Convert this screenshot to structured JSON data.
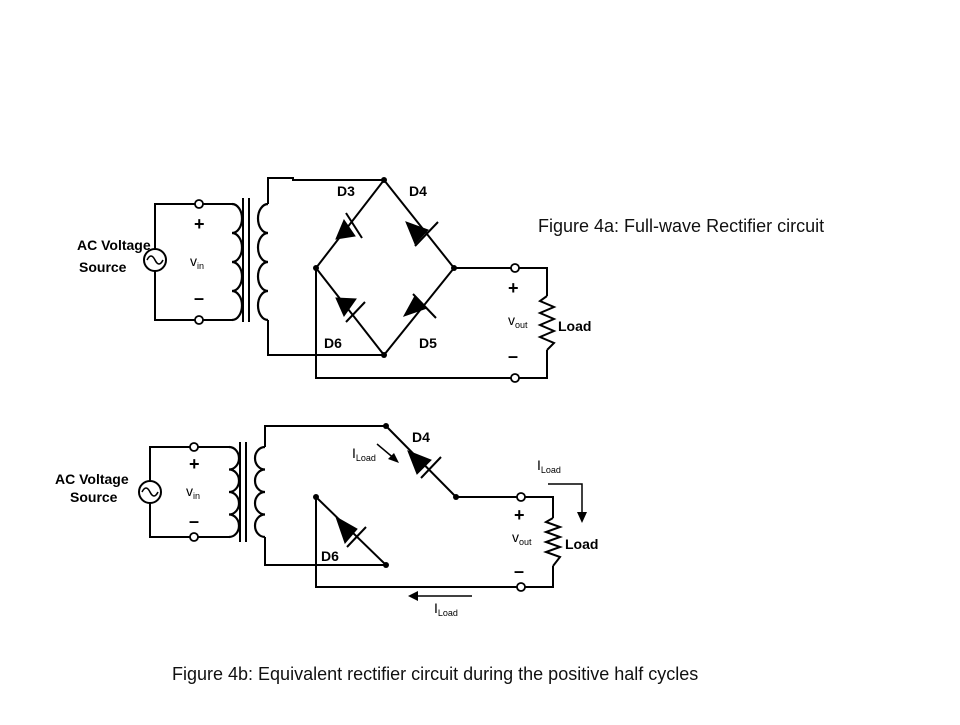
{
  "figures": {
    "a": {
      "caption": "Figure 4a: Full-wave Rectifier circuit",
      "source_label_line1": "AC Voltage",
      "source_label_line2": "Source",
      "plus": "+",
      "minus": "–",
      "vin": "v",
      "vin_sub": "in",
      "vout": "v",
      "vout_sub": "out",
      "load": "Load",
      "diodes": [
        "D3",
        "D4",
        "D6",
        "D5"
      ]
    },
    "b": {
      "caption": "Figure 4b: Equivalent rectifier circuit during the positive half cycles",
      "source_label_line1": "AC Voltage",
      "source_label_line2": "Source",
      "plus": "+",
      "minus": "–",
      "vin": "v",
      "vin_sub": "in",
      "vout": "v",
      "vout_sub": "out",
      "load": "Load",
      "diodes": [
        "D4",
        "D6"
      ],
      "current": "I",
      "current_sub": "Load"
    }
  }
}
